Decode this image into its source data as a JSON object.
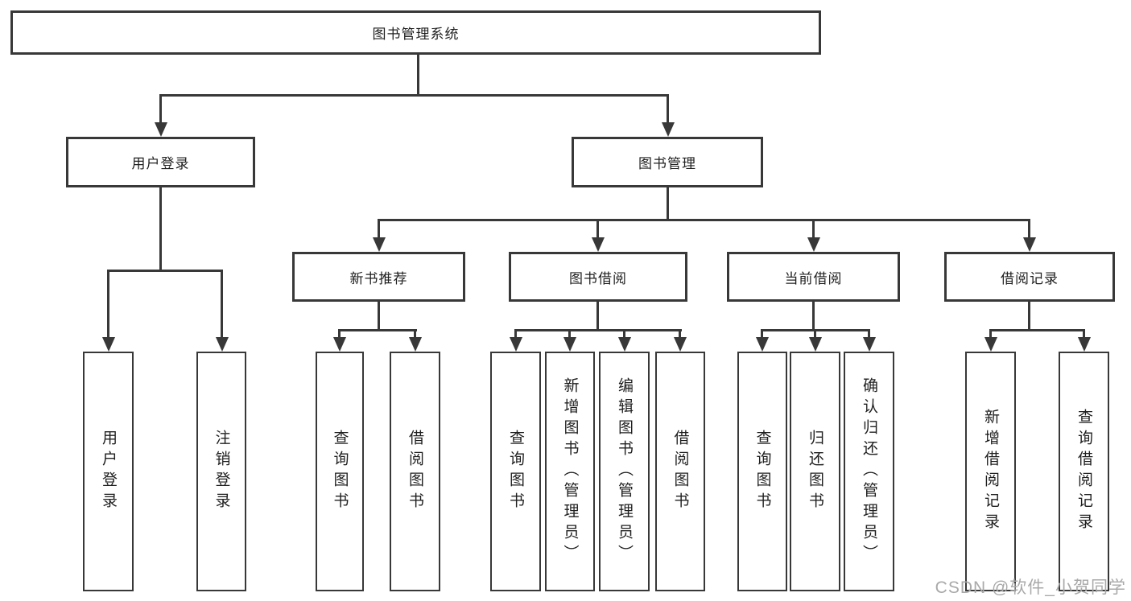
{
  "diagram": {
    "type": "tree",
    "root": {
      "label": "图书管理系统"
    },
    "level2": [
      {
        "label": "用户登录"
      },
      {
        "label": "图书管理"
      }
    ],
    "level3": [
      {
        "label": "新书推荐",
        "parent": "图书管理"
      },
      {
        "label": "图书借阅",
        "parent": "图书管理"
      },
      {
        "label": "当前借阅",
        "parent": "图书管理"
      },
      {
        "label": "借阅记录",
        "parent": "图书管理"
      }
    ],
    "leaves": [
      {
        "label": "用户登录",
        "parent": "用户登录"
      },
      {
        "label": "注销登录",
        "parent": "用户登录"
      },
      {
        "label": "查询图书",
        "parent": "新书推荐"
      },
      {
        "label": "借阅图书",
        "parent": "新书推荐"
      },
      {
        "label": "查询图书",
        "parent": "图书借阅"
      },
      {
        "label": "新增图书（管理员）",
        "parent": "图书借阅"
      },
      {
        "label": "编辑图书（管理员）",
        "parent": "图书借阅"
      },
      {
        "label": "借阅图书",
        "parent": "图书借阅"
      },
      {
        "label": "查询图书",
        "parent": "当前借阅"
      },
      {
        "label": "归还图书",
        "parent": "当前借阅"
      },
      {
        "label": "确认归还（管理员）",
        "parent": "当前借阅"
      },
      {
        "label": "新增借阅记录",
        "parent": "借阅记录"
      },
      {
        "label": "查询借阅记录",
        "parent": "借阅记录"
      }
    ]
  },
  "watermark": {
    "text": "CSDN @软件_小贺同学",
    "color": "#a9a9a9"
  },
  "colors": {
    "line": "#383838",
    "border": "#383838",
    "text": "#1f1f1f",
    "background": "#ffffff"
  }
}
